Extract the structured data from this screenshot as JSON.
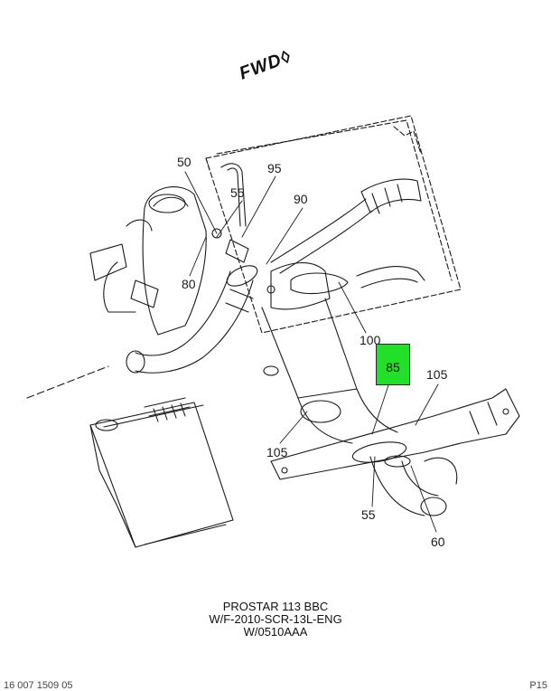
{
  "orientation": {
    "label": "FWD"
  },
  "callouts": {
    "c50": "50",
    "c95": "95",
    "c55_top": "55",
    "c90": "90",
    "c80": "80",
    "c100": "100",
    "c85": "85",
    "c105_right": "105",
    "c105_left": "105",
    "c55_bottom": "55",
    "c60": "60"
  },
  "caption": {
    "line1": "PROSTAR 113 BBC",
    "line2": "W/F-2010-SCR-13L-ENG",
    "line3": "W/0510AAA"
  },
  "footer": {
    "left": "16 007 1509 05",
    "right": "P15"
  },
  "colors": {
    "highlight": "#22e02a",
    "line": "#1a1a1a"
  }
}
